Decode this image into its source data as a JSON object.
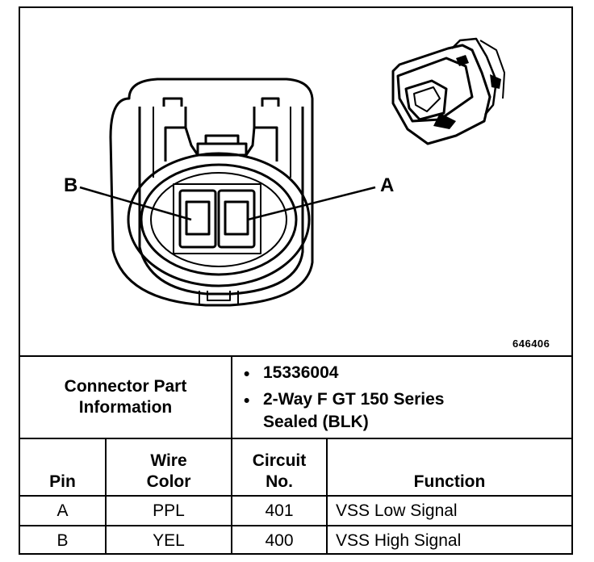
{
  "figure": {
    "callout_b": "B",
    "callout_a": "A",
    "figure_id": "646406"
  },
  "connector_info": {
    "label_line1": "Connector Part",
    "label_line2": "Information",
    "items": [
      {
        "bullet": "•",
        "text": "15336004"
      },
      {
        "bullet": "•",
        "text_line1": "2-Way F GT 150 Series",
        "text_line2": "Sealed (BLK)"
      }
    ]
  },
  "table": {
    "headers": {
      "pin": "Pin",
      "wire_color_line1": "Wire",
      "wire_color_line2": "Color",
      "circuit_line1": "Circuit",
      "circuit_line2": "No.",
      "function": "Function"
    },
    "rows": [
      {
        "pin": "A",
        "wire_color": "PPL",
        "circuit": "401",
        "function": "VSS Low Signal"
      },
      {
        "pin": "B",
        "wire_color": "YEL",
        "circuit": "400",
        "function": "VSS High Signal"
      }
    ]
  }
}
